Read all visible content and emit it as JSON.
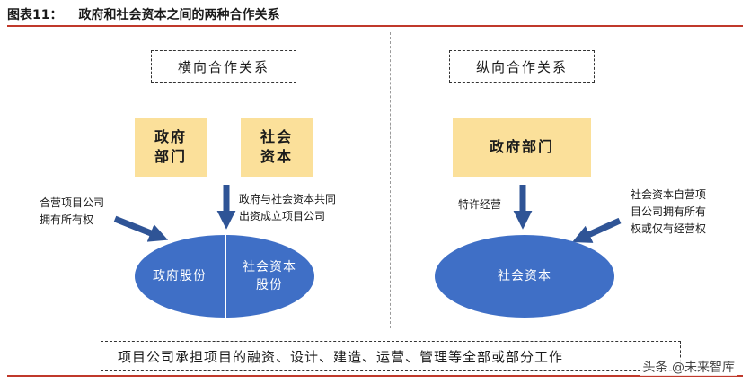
{
  "title": {
    "figure_no": "图表11：",
    "text": "政府和社会资本之间的两种合作关系"
  },
  "left": {
    "heading": "横向合作关系",
    "box_gov": "政府\n部门",
    "box_social": "社会\n资本",
    "note_left": "合营项目公司\n拥有所有权",
    "note_right": "政府与社会资本共同\n出资成立项目公司",
    "ellipse_left": "政府股份",
    "ellipse_right": "社会资本\n股份"
  },
  "right": {
    "heading": "纵向合作关系",
    "box_gov": "政府部门",
    "note_left": "特许经营",
    "note_right": "社会资本自营项\n目公司拥有所有\n权或仅有经营权",
    "ellipse": "社会资本"
  },
  "bottom": {
    "text": "项目公司承担项目的融资、设计、建造、运营、管理等全部或部分工作"
  },
  "watermark": "头条 @未来智库",
  "colors": {
    "accent_line": "#c0392b",
    "box_fill": "#fbe09a",
    "ellipse_fill": "#3f6fc6",
    "arrow": "#2f5496"
  }
}
